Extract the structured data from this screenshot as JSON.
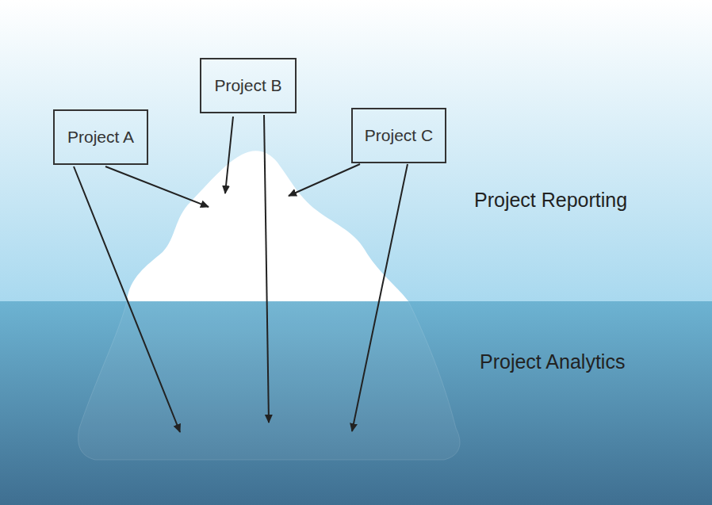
{
  "diagram": {
    "nodes": [
      {
        "text": [
          "Project A"
        ]
      },
      {
        "text": [
          "Project B"
        ]
      },
      {
        "text": [
          "Project C"
        ]
      }
    ],
    "labels": [
      "Project Reporting",
      "Project Analytics"
    ]
  }
}
